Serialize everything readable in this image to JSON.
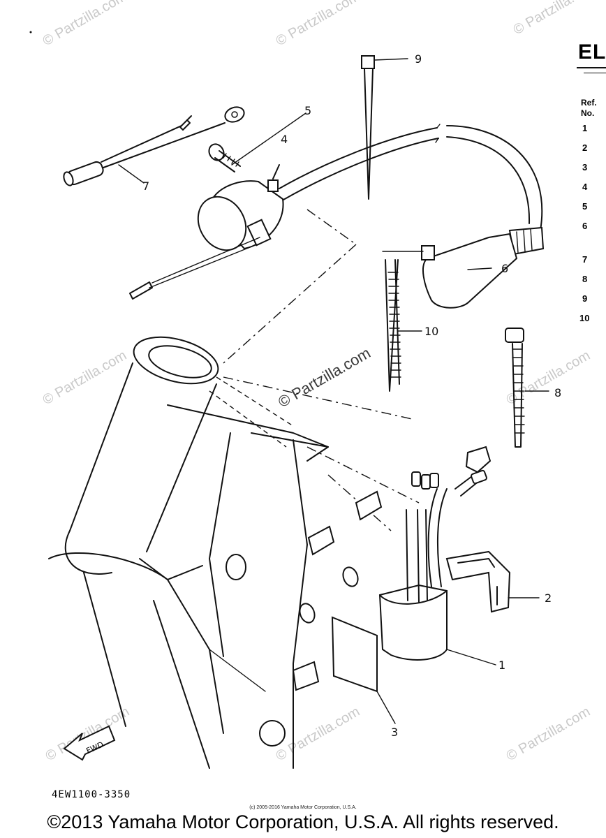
{
  "header": {
    "title": "EL",
    "ref_label": "Ref.\nNo."
  },
  "ref_numbers": [
    "1",
    "2",
    "3",
    "4",
    "5",
    "6",
    "7",
    "8",
    "9",
    "10"
  ],
  "callouts": {
    "c1": "1",
    "c2": "2",
    "c3": "3",
    "c4": "4",
    "c5": "5",
    "c6": "6",
    "c7": "7",
    "c8": "8",
    "c9": "9",
    "c10": "10"
  },
  "fwd_label": "FWD",
  "part_code": "4EW1100-3350",
  "watermark": "© Partzilla.com",
  "small_copyright": "(c) 2005-2016 Yamaha Motor Corporation, U.S.A.",
  "copyright": "©2013 Yamaha Motor Corporation, U.S.A. All rights reserved.",
  "colors": {
    "line": "#111111",
    "watermark": "#c9c9c9",
    "background": "#ffffff"
  }
}
